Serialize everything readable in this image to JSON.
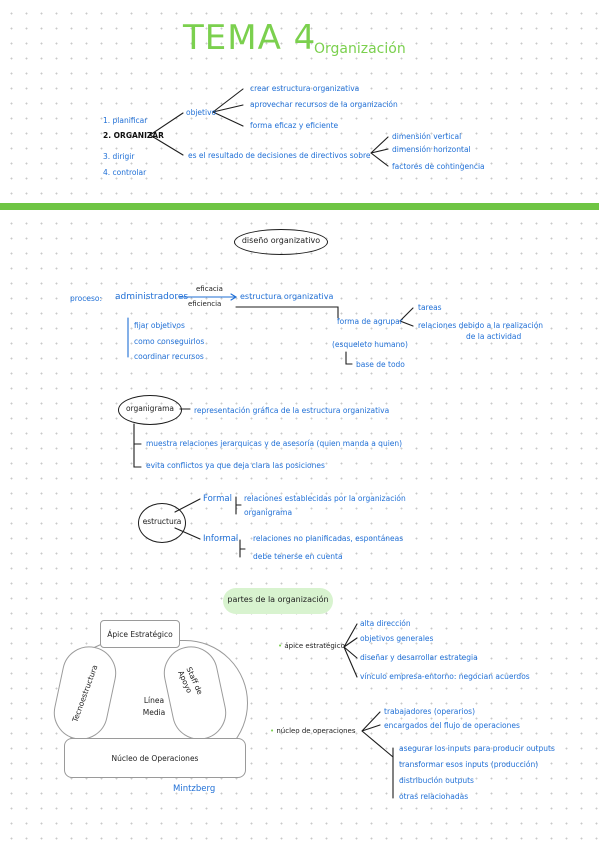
{
  "header": {
    "title": "TEMA 4",
    "subtitle": "Organización"
  },
  "intro": {
    "steps": [
      "1. planificar",
      "2. ORGANIZAR",
      "3. dirigir",
      "4. controlar"
    ],
    "objetivo_label": "objetivo",
    "objetivo_items": [
      "crear estructura organizativa",
      "aprovechar recursos de la organización",
      "forma eficaz y eficiente"
    ],
    "resultado": "es el resultado de decisiones de directivos sobre",
    "dimensiones": [
      "dimensión vertical",
      "dimensión horizontal",
      "factores de contingencia"
    ]
  },
  "diseno": {
    "heading": "diseño organizativo",
    "proceso": "proceso:",
    "administradores": "administradores",
    "eficacia": "eficacia",
    "eficiencia": "eficiencia",
    "estructura": "estructura organizativa",
    "admin_items": [
      "fijar objetivos",
      "como conseguirlos",
      "coordinar recursos"
    ],
    "forma": "forma de agrupar",
    "forma_items": [
      "tareas",
      "relaciones debido a la realización",
      "de la actividad"
    ],
    "esqueleto": "(esqueleto humano)",
    "base": "base de todo"
  },
  "organigrama": {
    "label": "organigrama",
    "items": [
      "representación gráfica de la estructura organizativa",
      "muestra relaciones jerarquicas y de asesoría (quien manda a quien)",
      "evita conflictos ya que deja clara las posiciones"
    ]
  },
  "estructura": {
    "label": "estructura",
    "formal": "Formal",
    "formal_items": [
      "relaciones establecidas por la organización",
      "organigrama"
    ],
    "informal": "Informal",
    "informal_items": [
      "relaciones no planificadas, espontáneas",
      "debe tenerse en cuenta"
    ]
  },
  "partes": {
    "heading": "partes de la organización",
    "apice": "ápice estratégico",
    "apice_items": [
      "alta dirección",
      "objetivos generales",
      "diseñar y desarrollar estrategia",
      "vínculo empresa-entorno: negocian acuerdos"
    ],
    "nucleo": "núcleo de operaciones",
    "nucleo_items": [
      "trabajadores (operarios)",
      "encargados del flujo de operaciones",
      "asegurar los inputs para producir outputs",
      "transformar esos inputs (producción)",
      "distribución outputs",
      "otras relacionadas"
    ]
  },
  "diagram": {
    "apice": "Ápice Estratégico",
    "tecno": "Tecnoestructura",
    "staff": "Staff de Apoyo",
    "linea": "Línea",
    "media": "Media",
    "nucleo": "Núcleo de Operaciones",
    "author": "Mintzberg"
  }
}
